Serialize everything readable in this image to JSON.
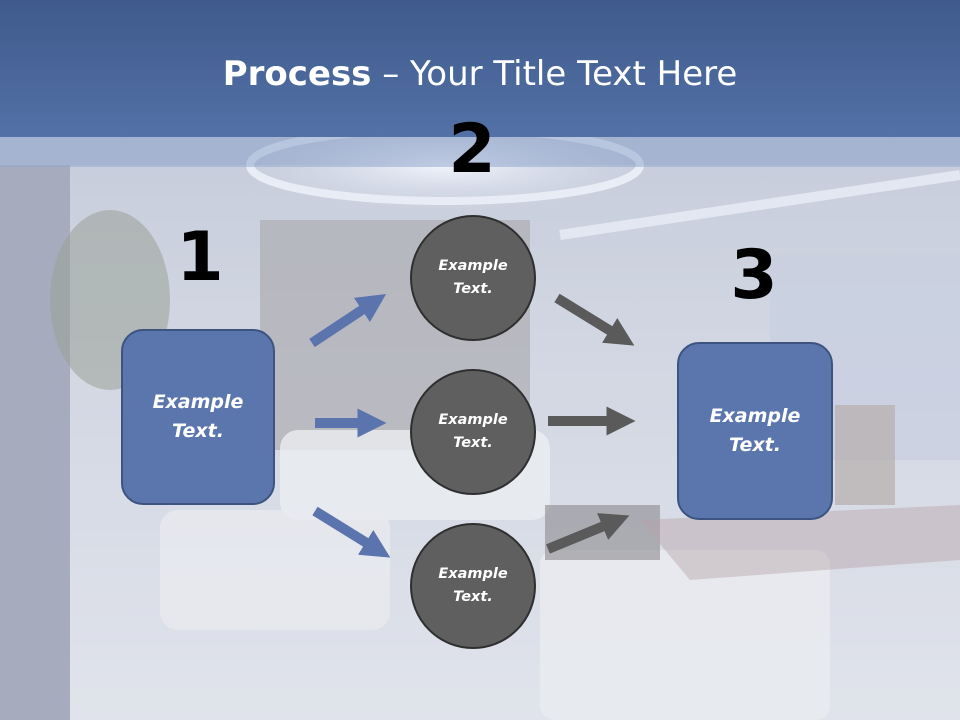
{
  "slide": {
    "title_bold": "Process",
    "title_rest": " – Your Title Text Here"
  },
  "steps": {
    "one": "1",
    "two": "2",
    "three": "3"
  },
  "boxes": {
    "left": "Example Text.",
    "right": "Example Text."
  },
  "circles": [
    {
      "text": "Example Text."
    },
    {
      "text": "Example Text."
    },
    {
      "text": "Example Text."
    }
  ],
  "colors": {
    "title_band": "#4b66a0",
    "box_fill": "#5a76ad",
    "circle_fill": "#5f5f5f",
    "arrow_blue": "#5b74ad",
    "arrow_gray": "#5a5a5a",
    "title_text": "#ffffff"
  }
}
